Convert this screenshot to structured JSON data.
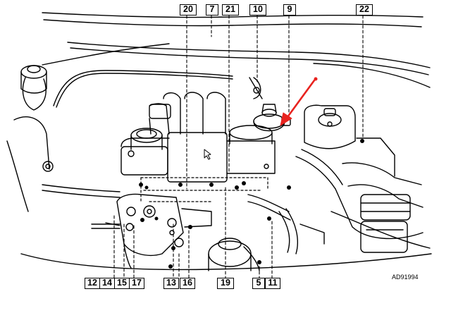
{
  "figure": {
    "reference_code": "AD91994",
    "stroke_color": "#000000",
    "background_color": "#ffffff",
    "pointer_color": "#e8231f"
  },
  "callouts_top": [
    "20",
    "7",
    "21",
    "10",
    "9",
    "22"
  ],
  "callouts_bottom": [
    "12",
    "14",
    "15",
    "17",
    "13",
    "16",
    "19",
    "5",
    "11"
  ]
}
